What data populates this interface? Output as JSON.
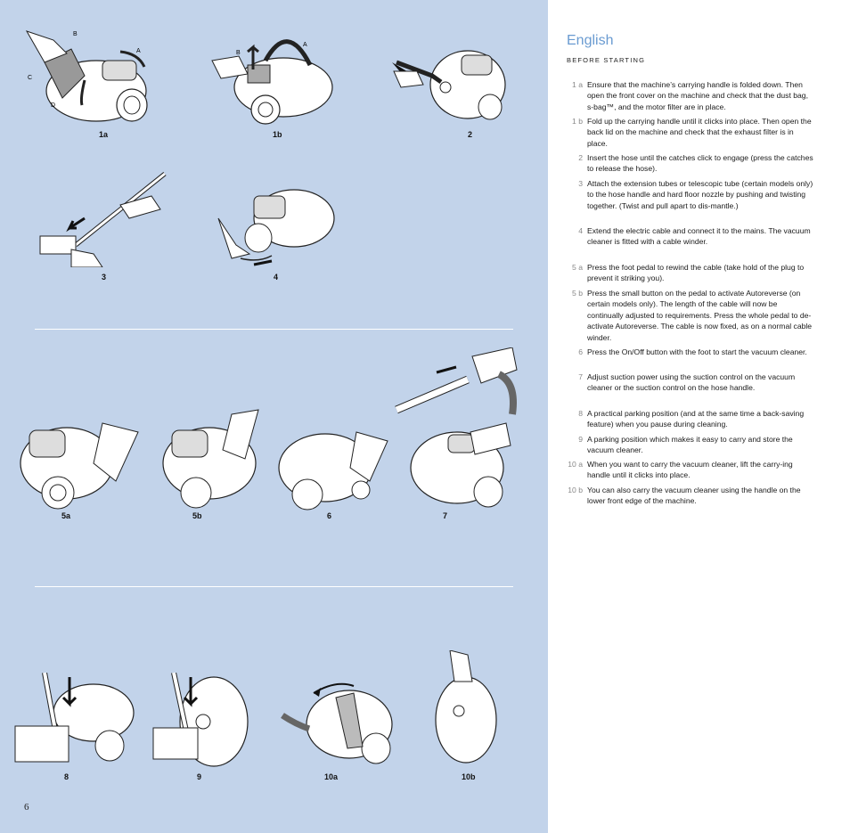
{
  "page_number": "6",
  "figures": {
    "f1a": {
      "label": "1a",
      "callouts": [
        "A",
        "B",
        "C",
        "D"
      ]
    },
    "f1b": {
      "label": "1b",
      "callouts": [
        "A",
        "B"
      ]
    },
    "f2": {
      "label": "2"
    },
    "f3": {
      "label": "3"
    },
    "f4": {
      "label": "4"
    },
    "f5a": {
      "label": "5a"
    },
    "f5b": {
      "label": "5b"
    },
    "f6": {
      "label": "6"
    },
    "f7": {
      "label": "7"
    },
    "f8": {
      "label": "8"
    },
    "f9": {
      "label": "9"
    },
    "f10a": {
      "label": "10a"
    },
    "f10b": {
      "label": "10b"
    }
  },
  "right": {
    "title": "English",
    "section": "BEFORE STARTING",
    "items": [
      {
        "num": "1 a",
        "text": "Ensure that the machine’s carrying handle is folded down. Then open the front cover on the machine and check that the dust bag, s-bag™, and the motor filter are in place."
      },
      {
        "num": "1 b",
        "text": "Fold up the carrying handle until it clicks into place. Then open the back lid on the machine and check that the exhaust filter is in place."
      },
      {
        "num": "2",
        "text": "Insert the hose until the catches click to engage (press the catches to release the hose)."
      },
      {
        "num": "3",
        "text": "Attach the extension tubes or telescopic tube (certain models only) to the hose handle and hard floor nozzle by pushing and twisting together. (Twist and pull apart to dis-mantle.)"
      },
      {
        "num": "4",
        "text": "Extend the electric cable and connect it to the mains. The vacuum cleaner is fitted with a cable winder."
      },
      {
        "num": "5 a",
        "text": "Press the foot pedal to rewind the cable (take hold of the plug to prevent it striking you)."
      },
      {
        "num": "5 b",
        "text": "Press the small button on the pedal to activate Autoreverse (on certain models only). The length of the cable will now be continually adjusted to requirements. Press the whole pedal to de-activate Autoreverse. The cable is now fixed, as on a normal cable winder."
      },
      {
        "num": "6",
        "text": "Press the On/Off button with the foot to start the vacuum cleaner."
      },
      {
        "num": "7",
        "text": "Adjust suction power using the suction control on the vacuum cleaner or the suction control on the hose handle."
      },
      {
        "num": "8",
        "text": "A practical parking position (and at the same time a back-saving feature) when you pause during cleaning."
      },
      {
        "num": "9",
        "text": "A parking position which makes it easy to carry and store the vacuum cleaner."
      },
      {
        "num": "10 a",
        "text": "When you want to carry the vacuum cleaner, lift the carry-ing handle until it clicks into place."
      },
      {
        "num": "10 b",
        "text": "You can also carry the vacuum cleaner using the handle on the lower front edge of the machine."
      }
    ]
  }
}
